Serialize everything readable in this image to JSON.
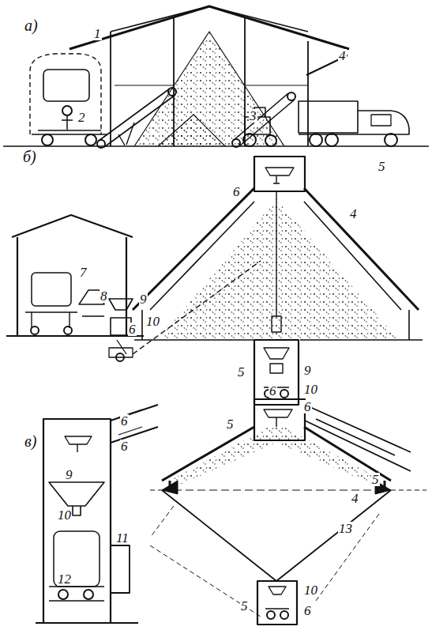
{
  "diagram": {
    "labels": [
      "а)",
      "1",
      "4",
      "2",
      "3",
      "б)",
      "5",
      "6",
      "4",
      "7",
      "8",
      "9",
      "10",
      "6",
      "5",
      "9",
      "10",
      "6",
      "в)",
      "6",
      "6",
      "9",
      "10",
      "11",
      "12",
      "5",
      "6",
      "5",
      "4",
      "13",
      "5",
      "10",
      "6"
    ]
  }
}
